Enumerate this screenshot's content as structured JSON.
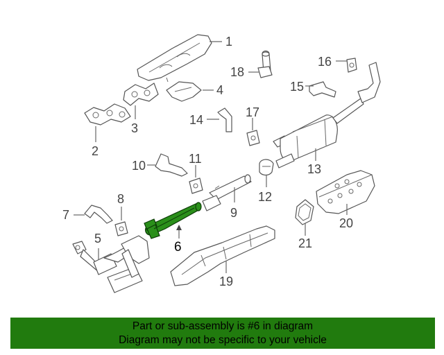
{
  "diagram": {
    "callouts": {
      "c1": "1",
      "c2": "2",
      "c3": "3",
      "c4": "4",
      "c5": "5",
      "c6": "6",
      "c7": "7",
      "c8": "8",
      "c9": "9",
      "c10": "10",
      "c11": "11",
      "c12": "12",
      "c13": "13",
      "c14": "14",
      "c15": "15",
      "c16": "16",
      "c17": "17",
      "c18": "18",
      "c19": "19",
      "c20": "20",
      "c21": "21"
    },
    "highlight_callout": "6",
    "highlight_color": "#2a8f1a"
  },
  "banner": {
    "line1": "Part or sub-assembly is #6 in diagram",
    "line2": "Diagram may not be specific to your vehicle",
    "background": "#217b0e"
  }
}
